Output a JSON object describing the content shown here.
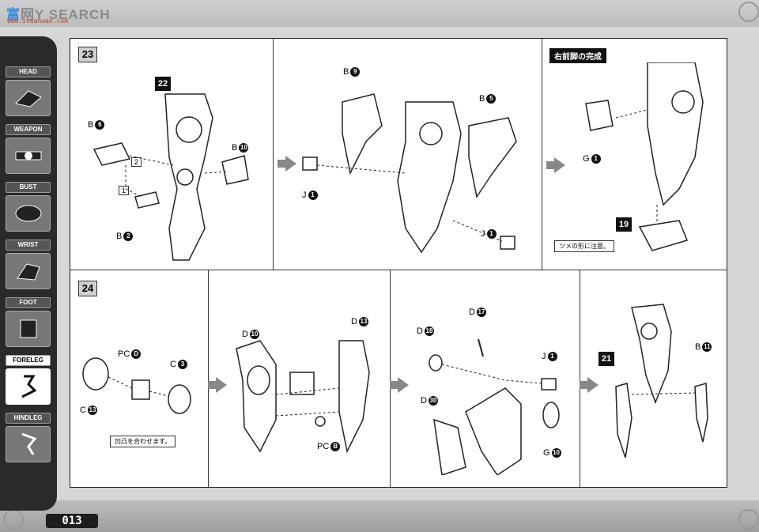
{
  "watermark": {
    "brand": "富",
    "brand_rest": "网",
    "search": "Y SEARCH",
    "url": "www.zhuanwan.com"
  },
  "sidebar": {
    "items": [
      {
        "label": "HEAD",
        "icon": "head-part-icon"
      },
      {
        "label": "WEAPON",
        "icon": "weapon-part-icon"
      },
      {
        "label": "BUST",
        "icon": "bust-part-icon"
      },
      {
        "label": "WRIST",
        "icon": "wrist-part-icon"
      },
      {
        "label": "FOOT",
        "icon": "foot-part-icon"
      },
      {
        "label": "FORELEG",
        "icon": "foreleg-part-icon",
        "active": true
      },
      {
        "label": "HINDLEG",
        "icon": "hindleg-part-icon"
      }
    ]
  },
  "page_number": "013",
  "step23": {
    "number": "23",
    "panel1": {
      "main": "22",
      "b6": "B",
      "b6n": "6",
      "b10": "B",
      "b10n": "10",
      "b2": "B",
      "b2n": "2",
      "seq1": "1",
      "seq2": "2"
    },
    "panel2": {
      "b9": "B",
      "b9n": "9",
      "b5": "B",
      "b5n": "5",
      "j1a": "J",
      "j1an": "1",
      "j1b": "J",
      "j1bn": "1"
    },
    "panel3": {
      "caption": "右前脚の完成",
      "g1": "G",
      "g1n": "1",
      "ref": "19",
      "note": "ツメの形に注意。"
    }
  },
  "step24": {
    "number": "24",
    "panel1": {
      "pcd": "PC",
      "pcdn": "D",
      "c3": "C",
      "c3n": "3",
      "c13": "C",
      "c13n": "13",
      "note": "凹凸を合わせます。"
    },
    "panel2": {
      "d10": "D",
      "d10n": "10",
      "d13": "D",
      "d13n": "13",
      "pcb": "PC",
      "pcbn": "B"
    },
    "panel3": {
      "d17": "D",
      "d17n": "17",
      "d18": "D",
      "d18n": "18",
      "d30": "D",
      "d30n": "30",
      "j1": "J",
      "j1n": "1",
      "g10": "G",
      "g10n": "10"
    },
    "panel4": {
      "ref": "21",
      "b11": "B",
      "b11n": "11"
    }
  },
  "colors": {
    "sheet": "#ffffff",
    "sidebar": "#2a2a2a",
    "accent": "#3a8ad9"
  }
}
